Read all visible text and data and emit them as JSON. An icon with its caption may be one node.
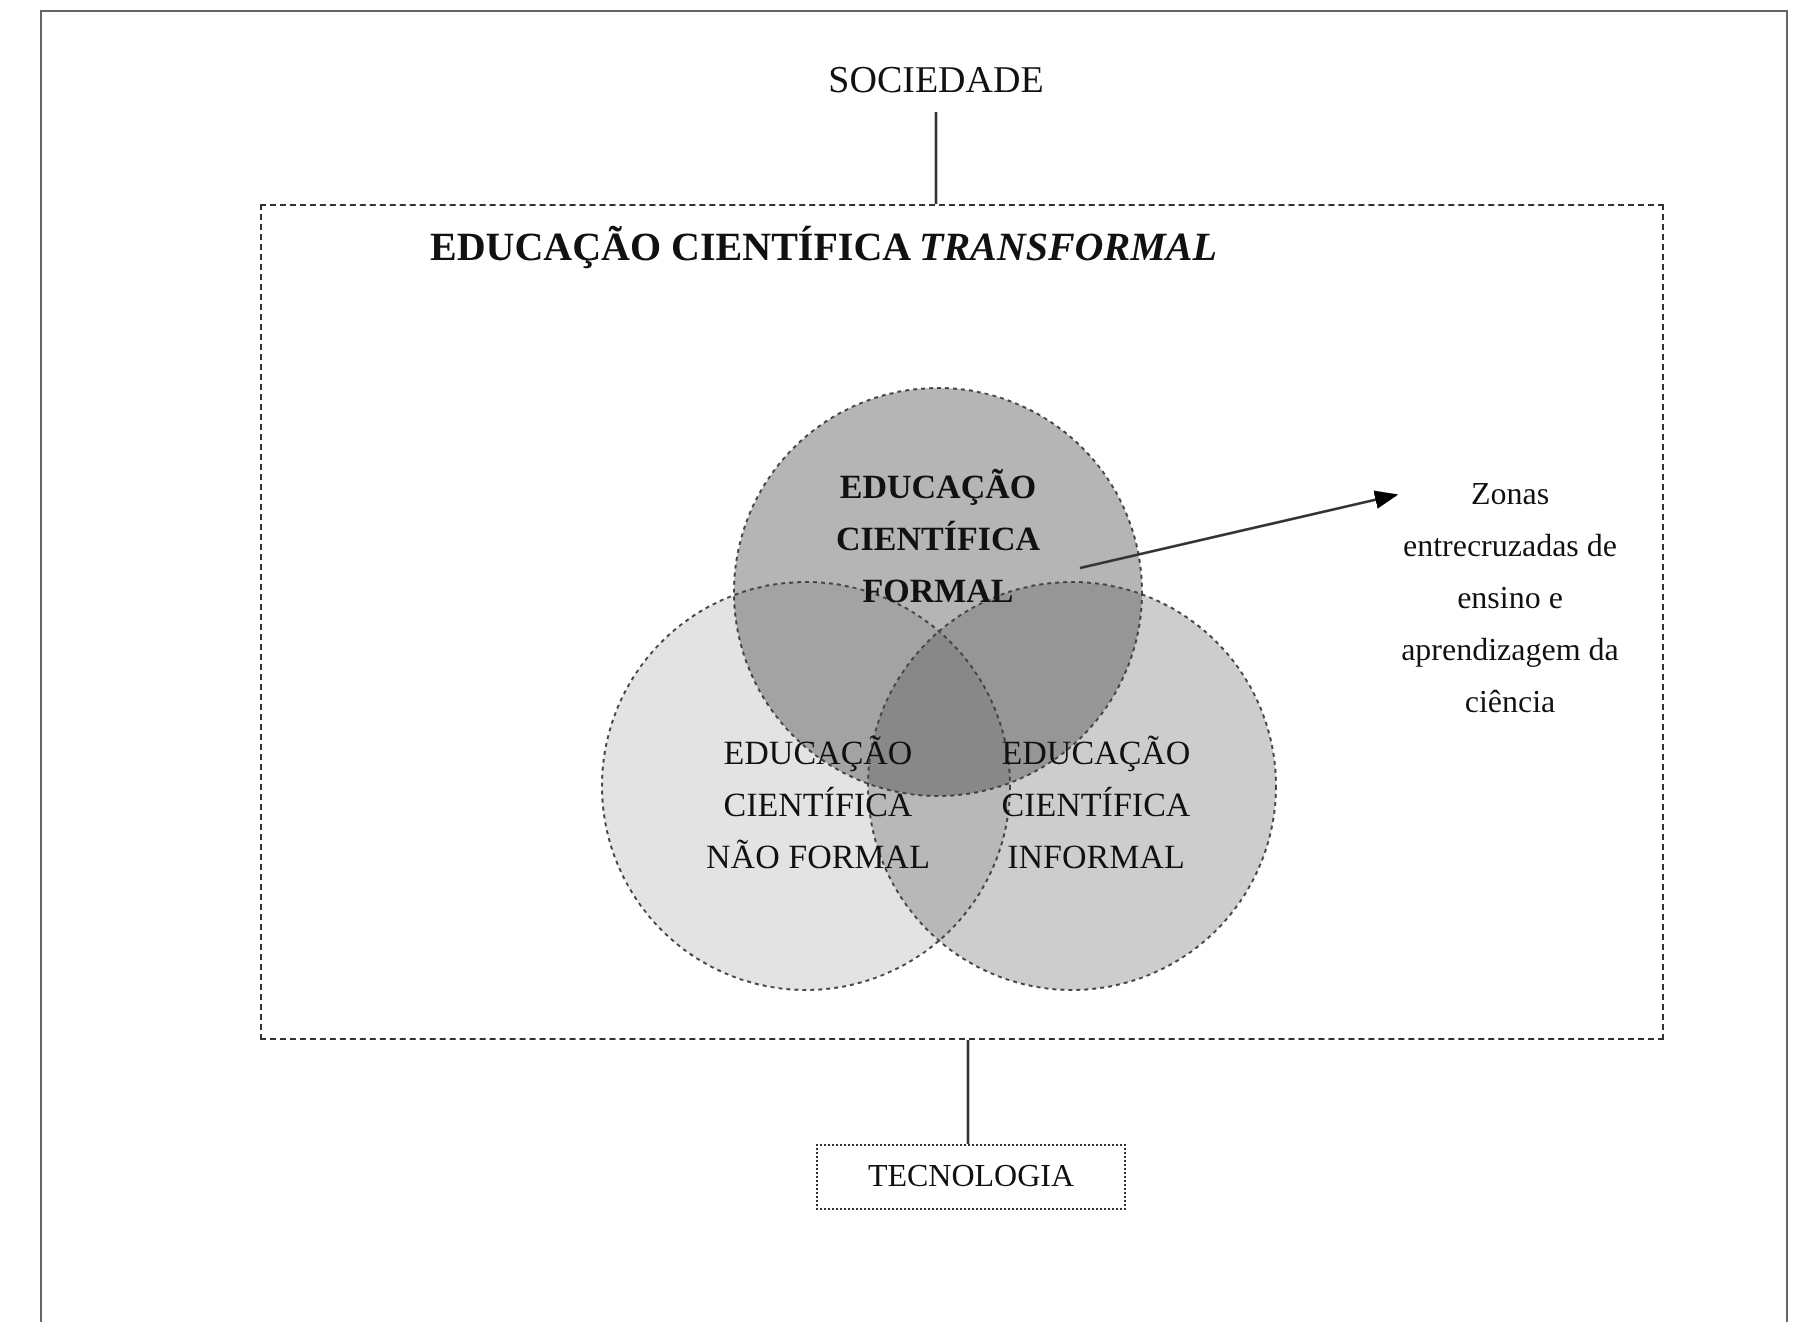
{
  "diagram": {
    "nodes": [
      {
        "text": [
          "SOCIEDADE"
        ]
      },
      {
        "text": [
          "EDUCAÇÃO CIENTÍFICA *TRANSFORMAL*"
        ]
      },
      {
        "text": [
          "EDUCAÇÃO CIENTÍFICA FORMAL"
        ],
        "in": 1
      },
      {
        "text": [
          "EDUCAÇÃO CIENTÍFICA NÃO FORMAL"
        ],
        "in": 1
      },
      {
        "text": [
          "EDUCAÇÃO CIENTÍFICA INFORMAL"
        ],
        "in": 1
      },
      {
        "text": [
          "Zonas entrecruzadas de ensino e aprendizagem da ciência"
        ],
        "in": 1
      },
      {
        "text": [
          "TECNOLOGIA"
        ]
      }
    ],
    "edges": [
      {
        "from": 0,
        "to": 1,
        "arrow": "none"
      },
      {
        "from": 1,
        "to": 6,
        "arrow": "none"
      },
      {
        "from": 2,
        "to": 5,
        "arrow": "to"
      }
    ]
  }
}
